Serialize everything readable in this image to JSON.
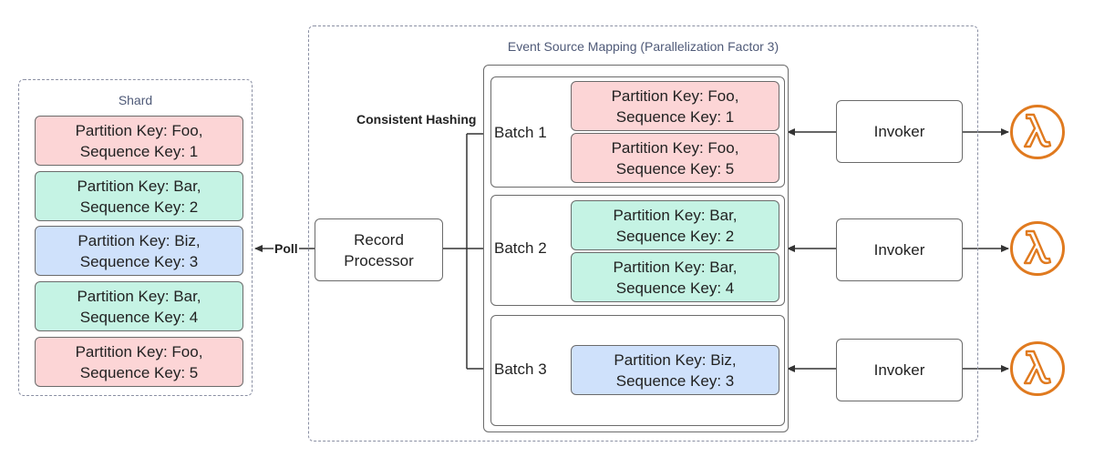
{
  "shard": {
    "title": "Shard",
    "records": [
      {
        "text": "Partition Key: Foo,\nSequence Key: 1",
        "color": "#fcd5d6"
      },
      {
        "text": "Partition Key: Bar,\nSequence Key: 2",
        "color": "#c5f3e4"
      },
      {
        "text": "Partition Key: Biz,\nSequence Key: 3",
        "color": "#cfe1fb"
      },
      {
        "text": "Partition Key: Bar,\nSequence Key: 4",
        "color": "#c5f3e4"
      },
      {
        "text": "Partition Key: Foo,\nSequence Key: 5",
        "color": "#fcd5d6"
      }
    ]
  },
  "poll_label": "Poll",
  "record_processor": "Record\nProcessor",
  "esm": {
    "title": "Event Source Mapping (Parallelization Factor 3)",
    "hashing_label": "Consistent Hashing",
    "batches": [
      {
        "label": "Batch 1",
        "records": [
          {
            "text": "Partition Key: Foo,\nSequence Key: 1",
            "color": "#fcd5d6"
          },
          {
            "text": "Partition Key: Foo,\nSequence Key: 5",
            "color": "#fcd5d6"
          }
        ]
      },
      {
        "label": "Batch 2",
        "records": [
          {
            "text": "Partition Key: Bar,\nSequence Key: 2",
            "color": "#c5f3e4"
          },
          {
            "text": "Partition Key: Bar,\nSequence Key: 4",
            "color": "#c5f3e4"
          }
        ]
      },
      {
        "label": "Batch 3",
        "records": [
          {
            "text": "Partition Key: Biz,\nSequence Key: 3",
            "color": "#cfe1fb"
          }
        ]
      }
    ],
    "invokers": [
      "Invoker",
      "Invoker",
      "Invoker"
    ]
  },
  "lambda_icon": "aws-lambda-icon",
  "colors": {
    "foo": "#fcd5d6",
    "bar": "#c5f3e4",
    "biz": "#cfe1fb",
    "lambda": "#e07a1f"
  }
}
